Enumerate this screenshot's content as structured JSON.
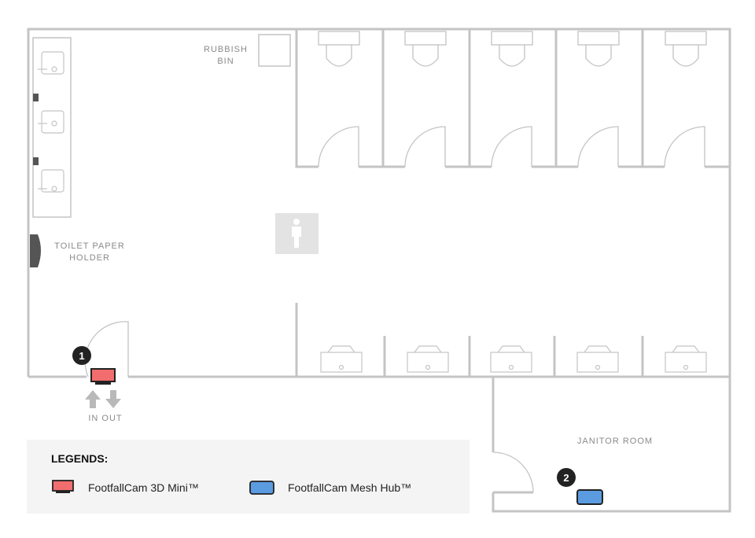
{
  "labels": {
    "rubbish_bin_line1": "RUBBISH",
    "rubbish_bin_line2": "BIN",
    "toilet_paper_line1": "TOILET PAPER",
    "toilet_paper_line2": "HOLDER",
    "in_out": "IN OUT",
    "janitor_room": "JANITOR ROOM"
  },
  "markers": {
    "camera_number": "1",
    "hub_number": "2"
  },
  "legend": {
    "title": "LEGENDS:",
    "items": [
      {
        "label": "FootfallCam 3D Mini™",
        "color": "#f26d6d",
        "icon": "camera-icon"
      },
      {
        "label": "FootfallCam Mesh Hub™",
        "color": "#5b9be0",
        "icon": "mesh-hub-icon"
      }
    ]
  },
  "colors": {
    "wall": "#c4c4c4",
    "dark": "#222222",
    "camera": "#f26d6d",
    "hub": "#5b9be0",
    "legend_bg": "#f4f4f4",
    "arrow": "#b9b9b9",
    "restroom_sign_bg": "#e3e3e3"
  }
}
